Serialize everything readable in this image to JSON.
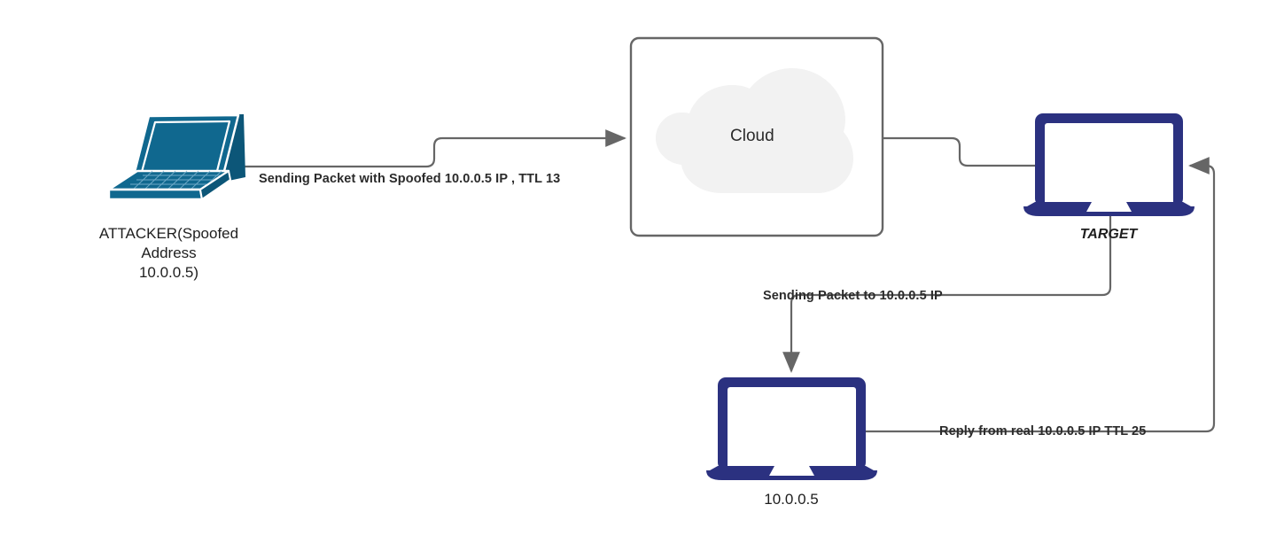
{
  "diagram": {
    "title": "IP Spoofing TTL Detection Network Diagram",
    "background": "#ffffff",
    "colors": {
      "attacker_laptop": "#10688f",
      "attacker_laptop_dark": "#0c5678",
      "device_blue": "#2b3180",
      "connector": "#666666",
      "cloud_fill": "#f2f2f2",
      "box_border": "#666666",
      "label_text": "#2b2b2b"
    },
    "nodes": [
      {
        "id": "attacker",
        "icon": "laptop-isometric-icon",
        "label": "ATTACKER(Spoofed\nAddress\n10.0.0.5)"
      },
      {
        "id": "cloud",
        "icon": "cloud-icon",
        "label": "Cloud"
      },
      {
        "id": "target",
        "icon": "laptop-front-icon",
        "label": "TARGET"
      },
      {
        "id": "victim",
        "icon": "laptop-front-icon",
        "label": "10.0.0.5"
      }
    ],
    "edges": [
      {
        "id": "attacker-to-cloud",
        "from": "attacker",
        "to": "cloud",
        "label": "Sending Packet with Spoofed 10.0.0.5 IP , TTL 13",
        "arrow": "end"
      },
      {
        "id": "cloud-to-target",
        "from": "cloud",
        "to": "target",
        "label": "",
        "arrow": "none"
      },
      {
        "id": "target-to-victim",
        "from": "target",
        "to": "victim",
        "label": "Sending Packet to 10.0.0.5 IP",
        "arrow": "end"
      },
      {
        "id": "victim-to-target",
        "from": "victim",
        "to": "target",
        "label": "Reply from real 10.0.0.5 IP TTL 25",
        "arrow": "end"
      }
    ]
  }
}
